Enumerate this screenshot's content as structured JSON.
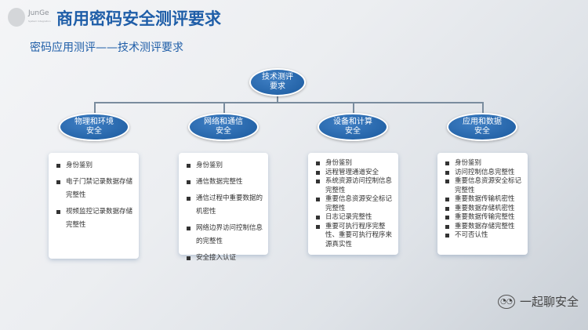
{
  "logo": {
    "name": "JunGe",
    "tagline": "System Integration"
  },
  "title": "商用密码安全测评要求",
  "subtitle": "密码应用测评——技术测评要求",
  "root": "技术测评\n要求",
  "categories": [
    {
      "label": "物理和环境\n安全",
      "items": [
        "身份鉴别",
        "电子门禁记录数据存储完整性",
        "视频监控记录数据存储完整性"
      ]
    },
    {
      "label": "网络和通信\n安全",
      "items": [
        "身份鉴别",
        "通信数据完整性",
        "通信过程中重要数据的机密性",
        "网络边界访问控制信息的完整性",
        "安全接入认证"
      ]
    },
    {
      "label": "设备和计算\n安全",
      "items": [
        "身份鉴别",
        "远程管理通道安全",
        "系统资源访问控制信息完整性",
        "重要信息资源安全标记完整性",
        "日志记录完整性",
        "重要可执行程序完整性、重要可执行程序来源真实性"
      ]
    },
    {
      "label": "应用和数据\n安全",
      "items": [
        "身份鉴别",
        "访问控制信息完整性",
        "重要信息资源安全标记完整性",
        "重要数据传输机密性",
        "重要数据存储机密性",
        "重要数据传输完整性",
        "重要数据存储完整性",
        "不可否认性"
      ]
    }
  ],
  "watermark": "一起聊安全"
}
